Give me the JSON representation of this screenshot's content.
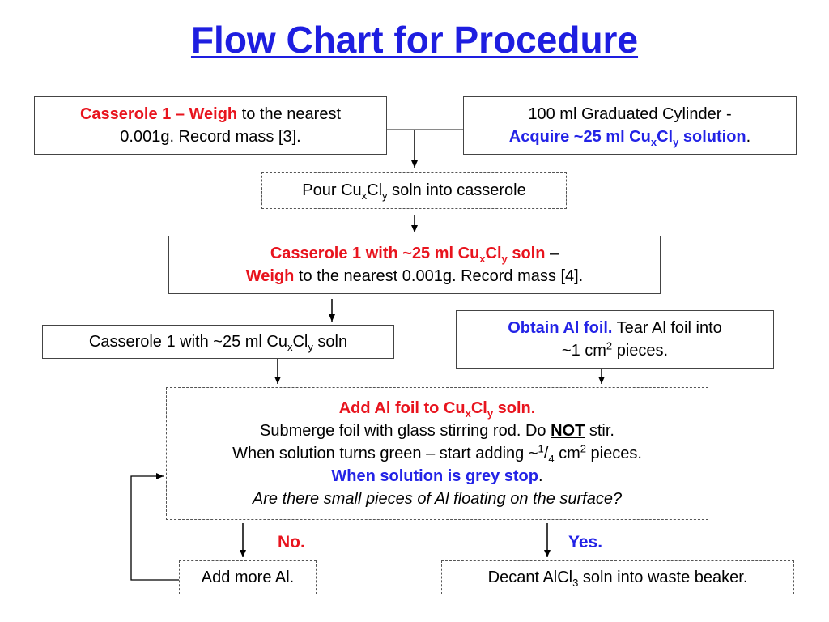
{
  "title": "Flow Chart for Procedure",
  "colors": {
    "title": "#1e1ee0",
    "red": "#e8141e",
    "blue": "#2323e6"
  },
  "box1": {
    "red": "Casserole 1 – Weigh",
    "text1": " to the nearest",
    "text2": "0.001g.  Record mass [3]."
  },
  "box2": {
    "text1": "100 ml Graduated Cylinder  -",
    "blue_a": "Acquire ~25 ml Cu",
    "sub_x": "x",
    "blue_b": "Cl",
    "sub_y": "y",
    "blue_c": " solution",
    "period": "."
  },
  "box3": {
    "a": "Pour Cu",
    "sub_x": "x",
    "b": "Cl",
    "sub_y": "y",
    "c": " soln into casserole"
  },
  "box4": {
    "red_a": "Casserole 1 with ~25 ml Cu",
    "sub_x": "x",
    "red_b": "Cl",
    "sub_y": "y",
    "red_c": " soln",
    "dash": " –",
    "red_weigh": "Weigh",
    "text2": " to the nearest 0.001g.  Record mass [4]."
  },
  "box5": {
    "a": "Casserole 1 with ~25 ml Cu",
    "sub_x": "x",
    "b": "Cl",
    "sub_y": "y",
    "c": " soln"
  },
  "box6": {
    "blue": "Obtain Al foil.",
    "text1": "  Tear Al foil into",
    "text2a": "~1 cm",
    "sup2": "2",
    "text2b": " pieces."
  },
  "box7": {
    "red_a": "Add Al foil to Cu",
    "sub_x": "x",
    "red_b": "Cl",
    "sub_y": "y",
    "red_c": " soln.",
    "line2a": "Submerge foil with glass stirring rod.  Do ",
    "line2_not": "NOT",
    "line2b": " stir.",
    "line3a": "When solution turns green – start adding ~",
    "line3_sup": "1",
    "line3_slash": "/",
    "line3_sub": "4",
    "line3b": " cm",
    "line3_sup2": "2",
    "line3c": " pieces.",
    "blue": "When solution is grey stop",
    "period": ".",
    "question": "Are there small pieces of Al floating on the surface?"
  },
  "label_no": "No.",
  "label_yes": "Yes.",
  "box8": {
    "text": "Add more Al."
  },
  "box9": {
    "a": "Decant AlCl",
    "sub3": "3",
    "b": " soln into waste beaker."
  }
}
